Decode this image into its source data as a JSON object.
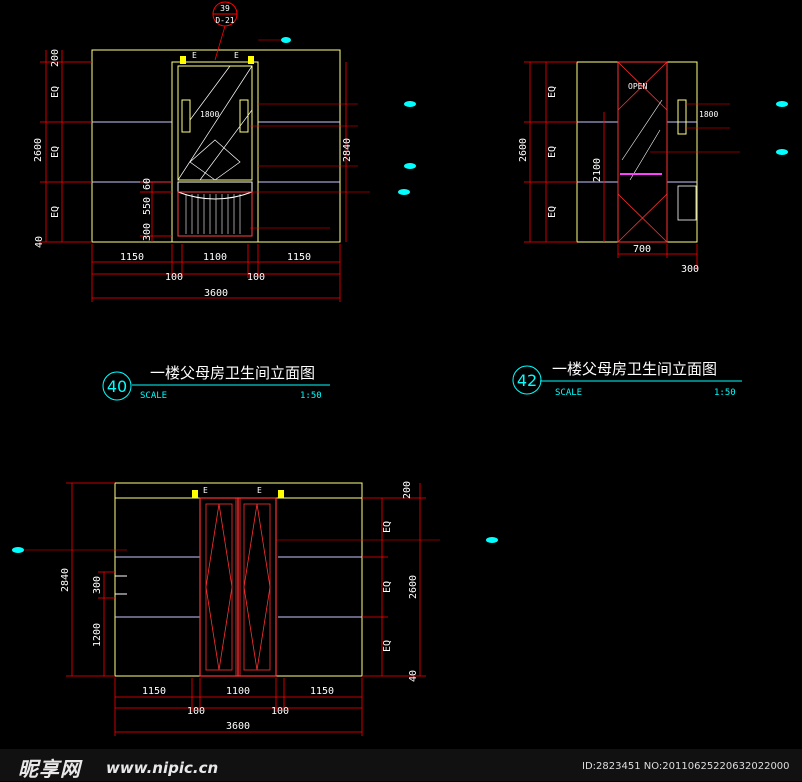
{
  "drawing1": {
    "ref_top": "39",
    "ref_bottom": "D-21",
    "title_cn": "一楼父母房卫生间立面图",
    "scale_label": "SCALE",
    "scale_value": "1:50",
    "circle_num": "40",
    "dims_bottom": [
      "1150",
      "1100",
      "1150"
    ],
    "dims_gaps": [
      "100",
      "100"
    ],
    "total_width": "3600",
    "left_dims": [
      "200",
      "EQ",
      "EQ",
      "EQ",
      "40"
    ],
    "left_total": "2600",
    "inner_dims": [
      "60",
      "550",
      "300"
    ],
    "right_dim": "2840",
    "callout_1800": "1800",
    "e_labels": [
      "E",
      "E"
    ]
  },
  "drawing2": {
    "title_cn": "一楼父母房卫生间立面图",
    "scale_label": "SCALE",
    "scale_value": "1:50",
    "circle_num": "42",
    "open_label": "OPEN",
    "left_dims": [
      "EQ",
      "EQ",
      "EQ"
    ],
    "left_total": "2600",
    "inner_dim": "2100",
    "callout_1800": "1800",
    "bottom_dims": [
      "700",
      "300"
    ]
  },
  "drawing3": {
    "dims_bottom": [
      "1150",
      "1100",
      "1150"
    ],
    "dims_gaps": [
      "100",
      "100"
    ],
    "total_width": "3600",
    "left_total": "2840",
    "left_dims": [
      "300",
      "1200"
    ],
    "right_dims": [
      "200",
      "EQ",
      "EQ",
      "EQ",
      "40"
    ],
    "right_total": "2600",
    "e_labels": [
      "E",
      "E"
    ]
  },
  "footer": {
    "logo": "昵享网",
    "site": "www.nipic.cn",
    "image_id": "ID:2823451 NO:20110625220632022000"
  },
  "colors": {
    "background": "#000000",
    "dim_line": "#ff0000",
    "outline": "#ffff80",
    "glass": "#ff3030",
    "annotation": "#00ffff",
    "text": "#ffffff"
  }
}
